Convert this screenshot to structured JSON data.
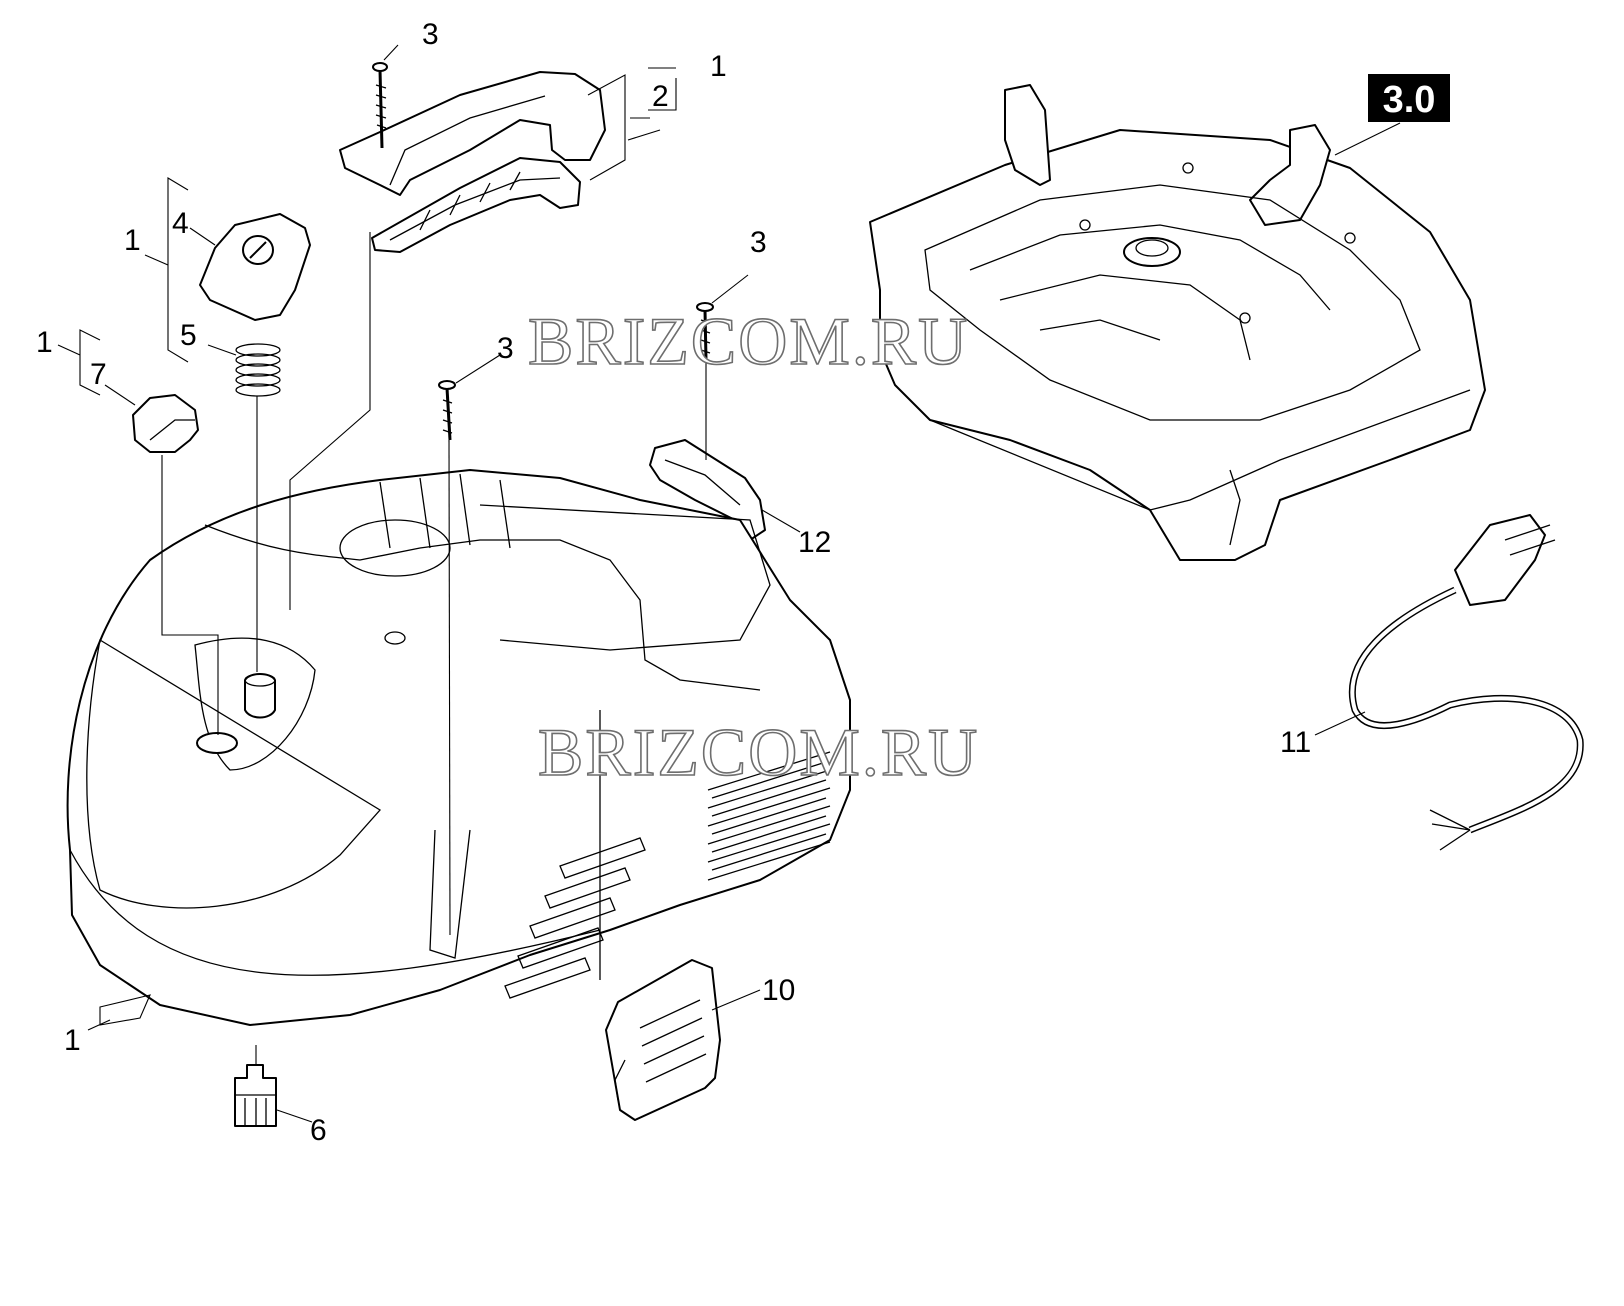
{
  "section_badge": "3.0",
  "watermarks": [
    "BRIZCOM.RU",
    "BRIZCOM.RU"
  ],
  "callouts": {
    "c1_top": "1",
    "c2_top": "2",
    "c3_top": "3",
    "c1_left_upper": "1",
    "c4": "4",
    "c5": "5",
    "c1_left_mid": "1",
    "c7": "7",
    "c3_mid_right": "3",
    "c3_mid": "3",
    "c12": "12",
    "c11": "11",
    "c10": "10",
    "c1_bottom": "1",
    "c6": "6"
  }
}
